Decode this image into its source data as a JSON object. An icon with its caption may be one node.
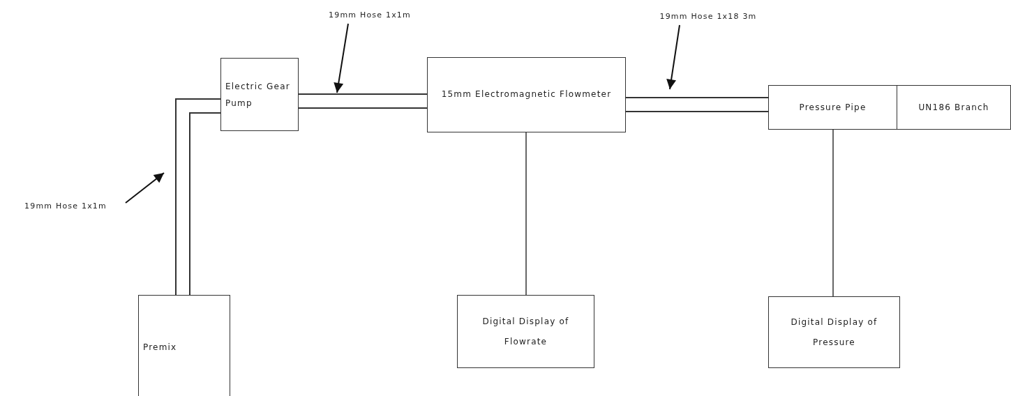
{
  "diagram": {
    "nodes": [
      {
        "text": [
          "Premix"
        ]
      },
      {
        "text": [
          "Electric Gear Pump"
        ]
      },
      {
        "text": [
          "15mm Electromagnetic Flowmeter"
        ]
      },
      {
        "text": [
          "Pressure Pipe"
        ]
      },
      {
        "text": [
          "UN186 Branch"
        ]
      },
      {
        "text": [
          "Digital Display of Flowrate"
        ]
      },
      {
        "text": [
          "Digital Display of Pressure"
        ]
      },
      {
        "text": [
          "19mm Hose 1x1m"
        ]
      },
      {
        "text": [
          "19mm Hose 1x18 3m"
        ]
      },
      {
        "text": [
          "19mm Hose 1x1m"
        ]
      }
    ],
    "edges": [
      {
        "from": 0,
        "to": 1,
        "arrow": "none",
        "style": "thick"
      },
      {
        "from": 1,
        "to": 2,
        "arrow": "none",
        "style": "thick"
      },
      {
        "from": 2,
        "to": 3,
        "arrow": "none",
        "style": "thick"
      },
      {
        "from": 2,
        "to": 5,
        "arrow": "none"
      },
      {
        "from": 3,
        "to": 6,
        "arrow": "none"
      },
      {
        "from": 7,
        "to": null,
        "arrow": "to"
      },
      {
        "from": 8,
        "to": null,
        "arrow": "to"
      },
      {
        "from": 9,
        "to": null,
        "arrow": "to"
      }
    ]
  }
}
